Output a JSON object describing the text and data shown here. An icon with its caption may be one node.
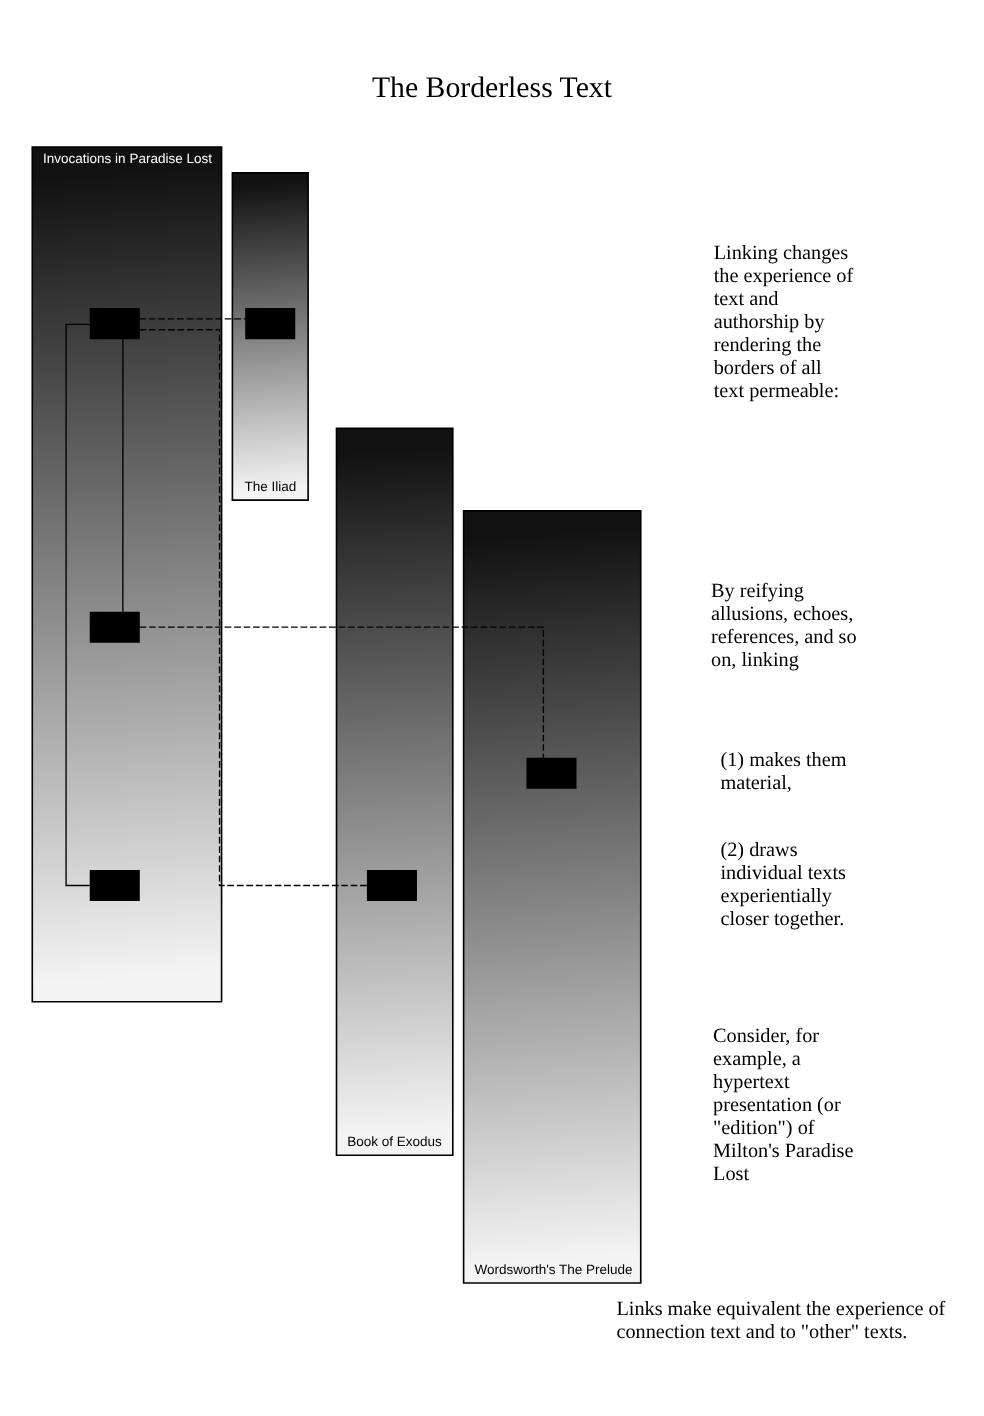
{
  "diagram": {
    "title": "The Borderless Text",
    "caption": "Links make equivalent the experience of connection text and to \"other\" texts.",
    "nodes": [
      {
        "text": [
          "Invocations in Paradise Lost"
        ]
      },
      {
        "text": [],
        "shape": "box",
        "in": 0
      },
      {
        "text": [],
        "shape": "box",
        "in": 0
      },
      {
        "text": [],
        "shape": "box",
        "in": 0
      },
      {
        "text": [
          "The Iliad"
        ]
      },
      {
        "text": [],
        "shape": "box",
        "in": 4
      },
      {
        "text": [
          "Book of Exodus"
        ]
      },
      {
        "text": [],
        "shape": "box",
        "in": 6
      },
      {
        "text": [
          "Wordsworth's The Prelude"
        ]
      },
      {
        "text": [],
        "shape": "box",
        "in": 8
      }
    ],
    "edges": [
      {
        "from": 1,
        "to": 2,
        "arrow": "none"
      },
      {
        "from": 1,
        "to": 3,
        "arrow": "none"
      },
      {
        "from": 1,
        "to": 5,
        "arrow": "none",
        "style": "dashed"
      },
      {
        "from": 1,
        "to": 7,
        "arrow": "none",
        "style": "dashed"
      },
      {
        "from": 2,
        "to": 9,
        "arrow": "none",
        "style": "dashed"
      }
    ],
    "labels": [
      "Linking changes the experience of text and authorship by rendering the borders of all text permeable:",
      "By reifying allusions, echoes, references, and so on, linking",
      "(1) makes them material,",
      "(2) draws individual texts experientially closer together.",
      "Consider, for example, a hypertext presentation (or \"edition\") of Milton's Paradise Lost"
    ]
  }
}
